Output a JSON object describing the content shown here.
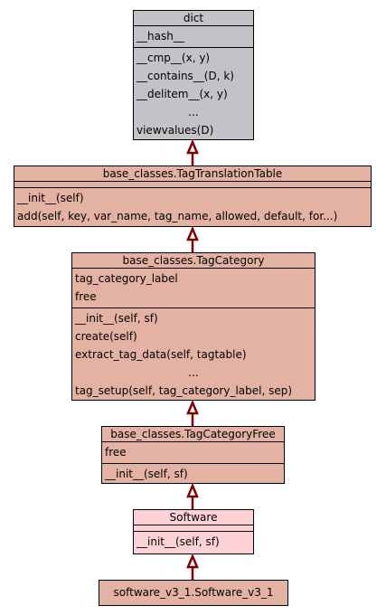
{
  "colors": {
    "dict_fill": "#c3c2c6",
    "base_fill": "#e3b2a3",
    "software_fill": "#fdd1d5",
    "arrow": "#7f0000",
    "border": "#000000"
  },
  "classes": [
    {
      "id": "dict",
      "title": "dict",
      "attributes": [
        "__hash__"
      ],
      "methods": [
        "__cmp__(x, y)",
        "__contains__(D, k)",
        "__delitem__(x, y)",
        "...",
        "viewvalues(D)"
      ]
    },
    {
      "id": "tag-translation-table",
      "title": "base_classes.TagTranslationTable",
      "attributes": [],
      "methods": [
        "__init__(self)",
        "add(self, key, var_name, tag_name, allowed, default, for...)"
      ]
    },
    {
      "id": "tag-category",
      "title": "base_classes.TagCategory",
      "attributes": [
        "tag_category_label",
        "free"
      ],
      "methods": [
        "__init__(self, sf)",
        "create(self)",
        "extract_tag_data(self, tagtable)",
        "...",
        "tag_setup(self, tag_category_label, sep)"
      ]
    },
    {
      "id": "tag-category-free",
      "title": "base_classes.TagCategoryFree",
      "attributes": [
        "free"
      ],
      "methods": [
        "__init__(self, sf)"
      ]
    },
    {
      "id": "software",
      "title": "Software",
      "attributes": [],
      "methods": [
        "__init__(self, sf)"
      ]
    },
    {
      "id": "software-v3-1",
      "title": "software_v3_1.Software_v3_1"
    }
  ]
}
